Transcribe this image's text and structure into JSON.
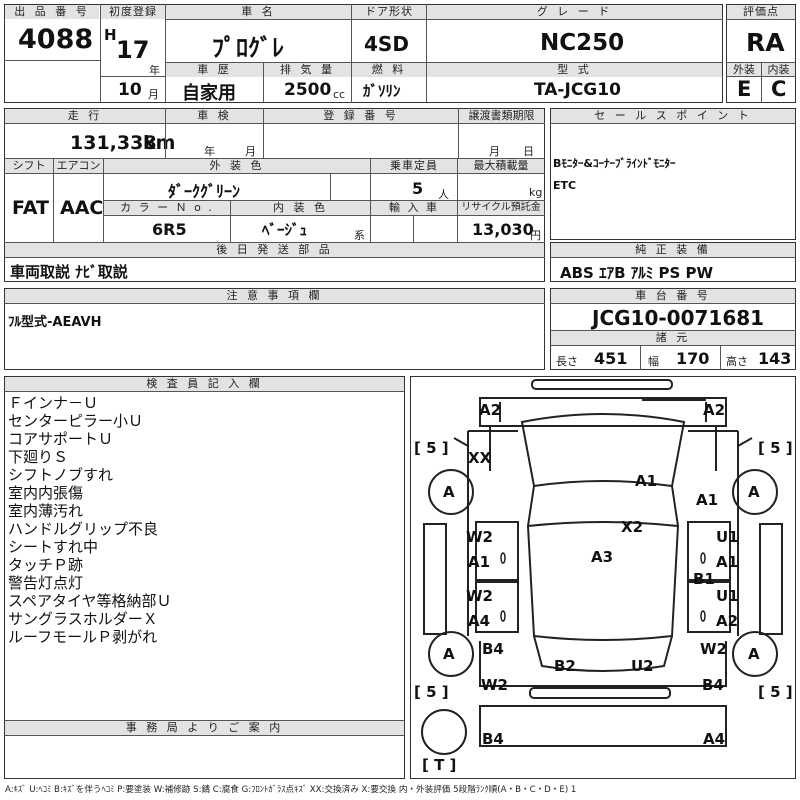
{
  "header": {
    "lot_no_label": "出 品 番 号",
    "lot_no": "4088",
    "first_reg_label": "初度登録",
    "era": "H",
    "year": "17",
    "year_unit": "年",
    "month": "10",
    "month_unit": "月",
    "car_name_label": "車 名",
    "car_name": "ﾌﾟﾛｸﾞﾚ",
    "history_label": "車 歴",
    "history": "自家用",
    "displacement_label": "排 気 量",
    "displacement": "2500",
    "displacement_unit": "cc",
    "door_label": "ドア形状",
    "door": "4SD",
    "fuel_label": "燃 料",
    "fuel": "ｶﾞｿﾘﾝ",
    "grade_label": "グ レ ー ド",
    "grade": "NC250",
    "model_label": "型 式",
    "model": "TA-JCG10",
    "score_label": "評価点",
    "score": "RA",
    "exterior_label": "外装",
    "exterior": "E",
    "interior_label": "内装",
    "interior": "C"
  },
  "row2": {
    "mileage_label": "走 行",
    "mileage": "131,338",
    "mileage_unit": "km",
    "inspection_label": "車 検",
    "inspection_year_unit": "年",
    "inspection_month_unit": "月",
    "plate_label": "登 録 番 号",
    "transfer_label": "譲渡書類期限",
    "transfer_month_unit": "月",
    "transfer_day_unit": "日",
    "shift_label": "シフト",
    "shift": "FAT",
    "ac_label": "エアコン",
    "ac": "AAC",
    "ext_color_label": "外 装 色",
    "ext_color": "ﾀﾞｰｸｸﾞﾘｰﾝ",
    "capacity_label": "乗車定員",
    "capacity": "5",
    "capacity_unit": "人",
    "max_load_label": "最大積載量",
    "max_load_unit": "kg",
    "color_no_label": "カ ラ ー Ｎ o .",
    "color_no": "6R5",
    "int_color_label": "内 装 色",
    "int_color": "ﾍﾞｰｼﾞｭ",
    "int_color_unit": "系",
    "import_label": "輸 入 車",
    "recycle_label": "リサイクル預託金",
    "recycle": "13,030",
    "recycle_unit": "円"
  },
  "later_parts": {
    "label": "後 日 発 送 部 品",
    "text": "車両取説 ﾅﾋﾞ取説"
  },
  "sales_point": {
    "label": "セ ー ル ス ポ イ ン ト",
    "lines": [
      "Bﾓﾆﾀｰ&ｺｰﾅｰﾌﾞﾗｲﾝﾄﾞﾓﾆﾀｰ",
      "ETC"
    ]
  },
  "equipment": {
    "label": "純 正 装 備",
    "text": "ABS ｴｱB ｱﾙﾐ PS PW"
  },
  "notes": {
    "label": "注 意 事 項 欄",
    "text": "ﾌﾙ型式-AEAVH"
  },
  "chassis": {
    "label": "車 台 番 号",
    "number": "JCG10-0071681",
    "spec_label": "諸 元",
    "length_label": "長さ",
    "length": "451",
    "width_label": "幅",
    "width": "170",
    "height_label": "高さ",
    "height": "143"
  },
  "inspector": {
    "label": "検 査 員 記 入 欄",
    "lines": [
      "Ｆインナ－Ｕ",
      "センターピラー小Ｕ",
      "コアサポートＵ",
      "下廻りＳ",
      "シフトノブすれ",
      "室内内張傷",
      "室内薄汚れ",
      "ハンドルグリップ不良",
      "シートすれ中",
      "タッチＰ跡",
      "警告灯点灯",
      "スペアタイヤ等格納部Ｕ",
      "サングラスホルダーＸ",
      "ルーフモールＰ剥がれ"
    ]
  },
  "office": {
    "label": "事 務 局 よ り ご 案 内"
  },
  "diagram": {
    "tire_fl": "5",
    "tire_fr": "5",
    "tire_rl": "5",
    "tire_rr": "5",
    "spare": "T",
    "wheel_mark": "A",
    "marks": {
      "a2_left": "A2",
      "a2_right": "A2",
      "xx": "XX",
      "a1_hood": "A1",
      "a1_right_front": "A1",
      "x2": "X2",
      "a3": "A3",
      "w2_lf": "W2",
      "a1_lf": "A1",
      "u1_rf": "U1",
      "a1_rf": "A1",
      "b1": "B1",
      "w2_lr": "W2",
      "a4_lr": "A4",
      "u1_rr": "U1",
      "a2_rr": "A2",
      "b4_left": "B4",
      "w2_left_rear": "W2",
      "b2": "B2",
      "u2": "U2",
      "w2_right_rear": "W2",
      "b4_right": "B4",
      "b4_bottom": "B4",
      "a4_bottom": "A4"
    }
  },
  "legend": "A:ｷｽﾞ U:ﾍｺﾐ B:ｷｽﾞを伴うﾍｺﾐ P:要塗装 W:補修跡 S:錆 C:腐食 G:ﾌﾛﾝﾄｶﾞﾗｽ点ｷｽﾞ XX:交換済み X:要交換 内・外装評価 5段階ﾗﾝｸ順(A・B・C・D・E) 1"
}
